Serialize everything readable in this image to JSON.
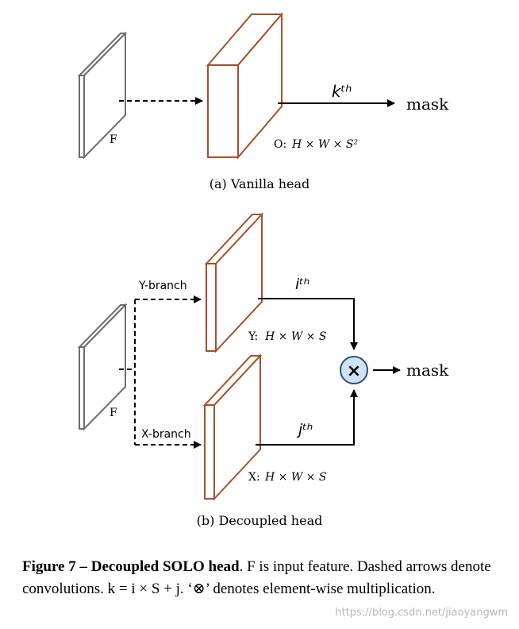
{
  "panel_a": {
    "input_label": "F",
    "output_label_prefix": "O:",
    "output_dims": "H × W × S²",
    "arrow_label": "kᵗʰ",
    "mask_label": "mask",
    "caption": "(a)  Vanilla head"
  },
  "panel_b": {
    "input_label": "F",
    "y_branch_label": "Y-branch",
    "x_branch_label": "X-branch",
    "y_output_prefix": "Y:",
    "y_output_dims": "H × W × S",
    "x_output_prefix": "X:",
    "x_output_dims": "H × W × S",
    "i_label": "iᵗʰ",
    "j_label": "jᵗʰ",
    "multiply_symbol": "×",
    "mask_label": "mask",
    "caption": "(b)  Decoupled head"
  },
  "figure_caption": {
    "title": "Figure 7 – Decoupled SOLO head",
    "body": ". F is input feature.  Dashed arrows denote convolutions. k = i × S + j. ‘⊗’ denotes element-wise multiplication."
  },
  "watermark": "https://blog.csdn.net/jiaoyangwm",
  "colors": {
    "input_feature": "#6e6e6e",
    "output_feature": "#a0522d",
    "multiply_fill": "#cfe2f3",
    "multiply_stroke": "#2f4f6f"
  }
}
